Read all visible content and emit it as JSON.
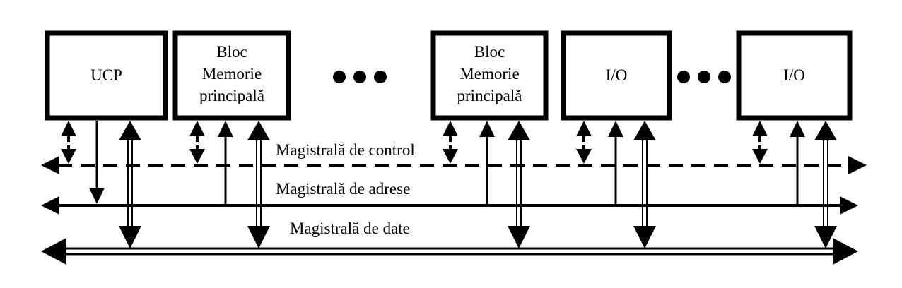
{
  "diagram": {
    "colors": {
      "line": "#000000",
      "background": "#ffffff"
    },
    "modules": [
      {
        "id": "ucp",
        "lines": [
          "UCP"
        ]
      },
      {
        "id": "mem1",
        "lines": [
          "Bloc",
          "Memorie",
          "principală"
        ]
      },
      {
        "id": "mem2",
        "lines": [
          "Bloc",
          "Memorie",
          "principală"
        ]
      },
      {
        "id": "io1",
        "lines": [
          "I/O"
        ]
      },
      {
        "id": "io2",
        "lines": [
          "I/O"
        ]
      }
    ],
    "ellipses": [
      "between-memory-blocks",
      "between-io-modules"
    ],
    "buses": {
      "control": {
        "label": "Magistrală de control",
        "style": "dashed",
        "direction": "bidirectional"
      },
      "address": {
        "label": "Magistrală de adrese",
        "style": "solid",
        "direction": "bidirectional"
      },
      "data": {
        "label": "Magistrală de date",
        "style": "double",
        "direction": "bidirectional"
      }
    }
  }
}
